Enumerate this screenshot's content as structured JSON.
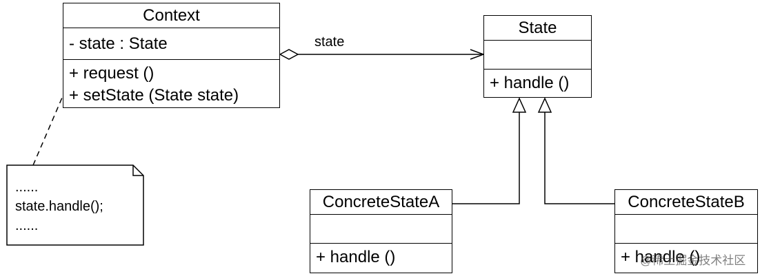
{
  "classes": {
    "context": {
      "name": "Context",
      "attributes": [
        "-  state  : State"
      ],
      "operations": [
        "+  request ()",
        "+  setState (State state)"
      ]
    },
    "state": {
      "name": "State",
      "attributes": [],
      "operations": [
        "+  handle ()"
      ]
    },
    "concrete_a": {
      "name": "ConcreteStateA",
      "attributes": [],
      "operations": [
        "+  handle ()"
      ]
    },
    "concrete_b": {
      "name": "ConcreteStateB",
      "attributes": [],
      "operations": [
        "+  handle ()"
      ]
    }
  },
  "association": {
    "label": "state"
  },
  "note": {
    "lines": [
      "......",
      "state.handle();",
      "......"
    ]
  },
  "watermark": "@稀土掘金技术社区"
}
